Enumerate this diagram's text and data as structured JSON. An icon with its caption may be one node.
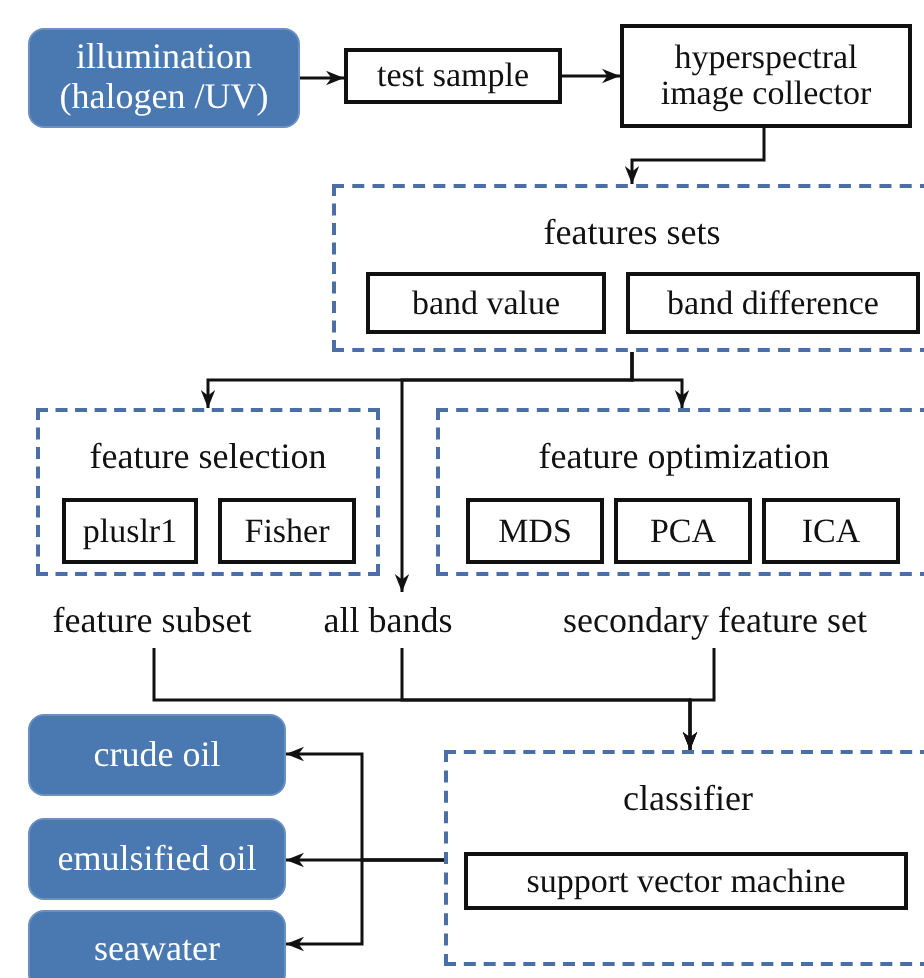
{
  "diagram": {
    "nodes": [
      {
        "text": [
          "illumination (halogen /UV)"
        ]
      },
      {
        "text": [
          "test sample"
        ]
      },
      {
        "text": [
          "hyperspectral image collector"
        ]
      },
      {
        "text": [
          "features sets"
        ]
      },
      {
        "text": [
          "band value"
        ],
        "in": 3
      },
      {
        "text": [
          "band difference"
        ],
        "in": 3
      },
      {
        "text": [
          "feature selection"
        ]
      },
      {
        "text": [
          "pluslr1"
        ],
        "in": 6
      },
      {
        "text": [
          "Fisher"
        ],
        "in": 6
      },
      {
        "text": [
          "feature optimization"
        ]
      },
      {
        "text": [
          "MDS"
        ],
        "in": 9
      },
      {
        "text": [
          "PCA"
        ],
        "in": 9
      },
      {
        "text": [
          "ICA"
        ],
        "in": 9
      },
      {
        "text": [
          "feature subset"
        ]
      },
      {
        "text": [
          "all bands"
        ]
      },
      {
        "text": [
          "secondary feature set"
        ]
      },
      {
        "text": [
          "crude oil"
        ]
      },
      {
        "text": [
          "emulsified oil"
        ]
      },
      {
        "text": [
          "seawater"
        ]
      },
      {
        "text": [
          "classifier"
        ]
      },
      {
        "text": [
          "support vector machine"
        ],
        "in": 19
      }
    ],
    "edges": [
      {
        "from": 0,
        "to": 1,
        "arrow": "to"
      },
      {
        "from": 1,
        "to": 2,
        "arrow": "to"
      },
      {
        "from": 2,
        "to": 3,
        "arrow": "to"
      },
      {
        "from": 3,
        "to": 6,
        "arrow": "to"
      },
      {
        "from": 3,
        "to": 9,
        "arrow": "to"
      },
      {
        "from": 3,
        "to": 14,
        "arrow": "to"
      },
      {
        "from": 13,
        "to": 19,
        "arrow": "to"
      },
      {
        "from": 14,
        "to": 19,
        "arrow": "to"
      },
      {
        "from": 15,
        "to": 19,
        "arrow": "to"
      },
      {
        "from": 19,
        "to": 16,
        "arrow": "to"
      },
      {
        "from": 19,
        "to": 17,
        "arrow": "to"
      },
      {
        "from": 19,
        "to": 18,
        "arrow": "to"
      }
    ]
  }
}
